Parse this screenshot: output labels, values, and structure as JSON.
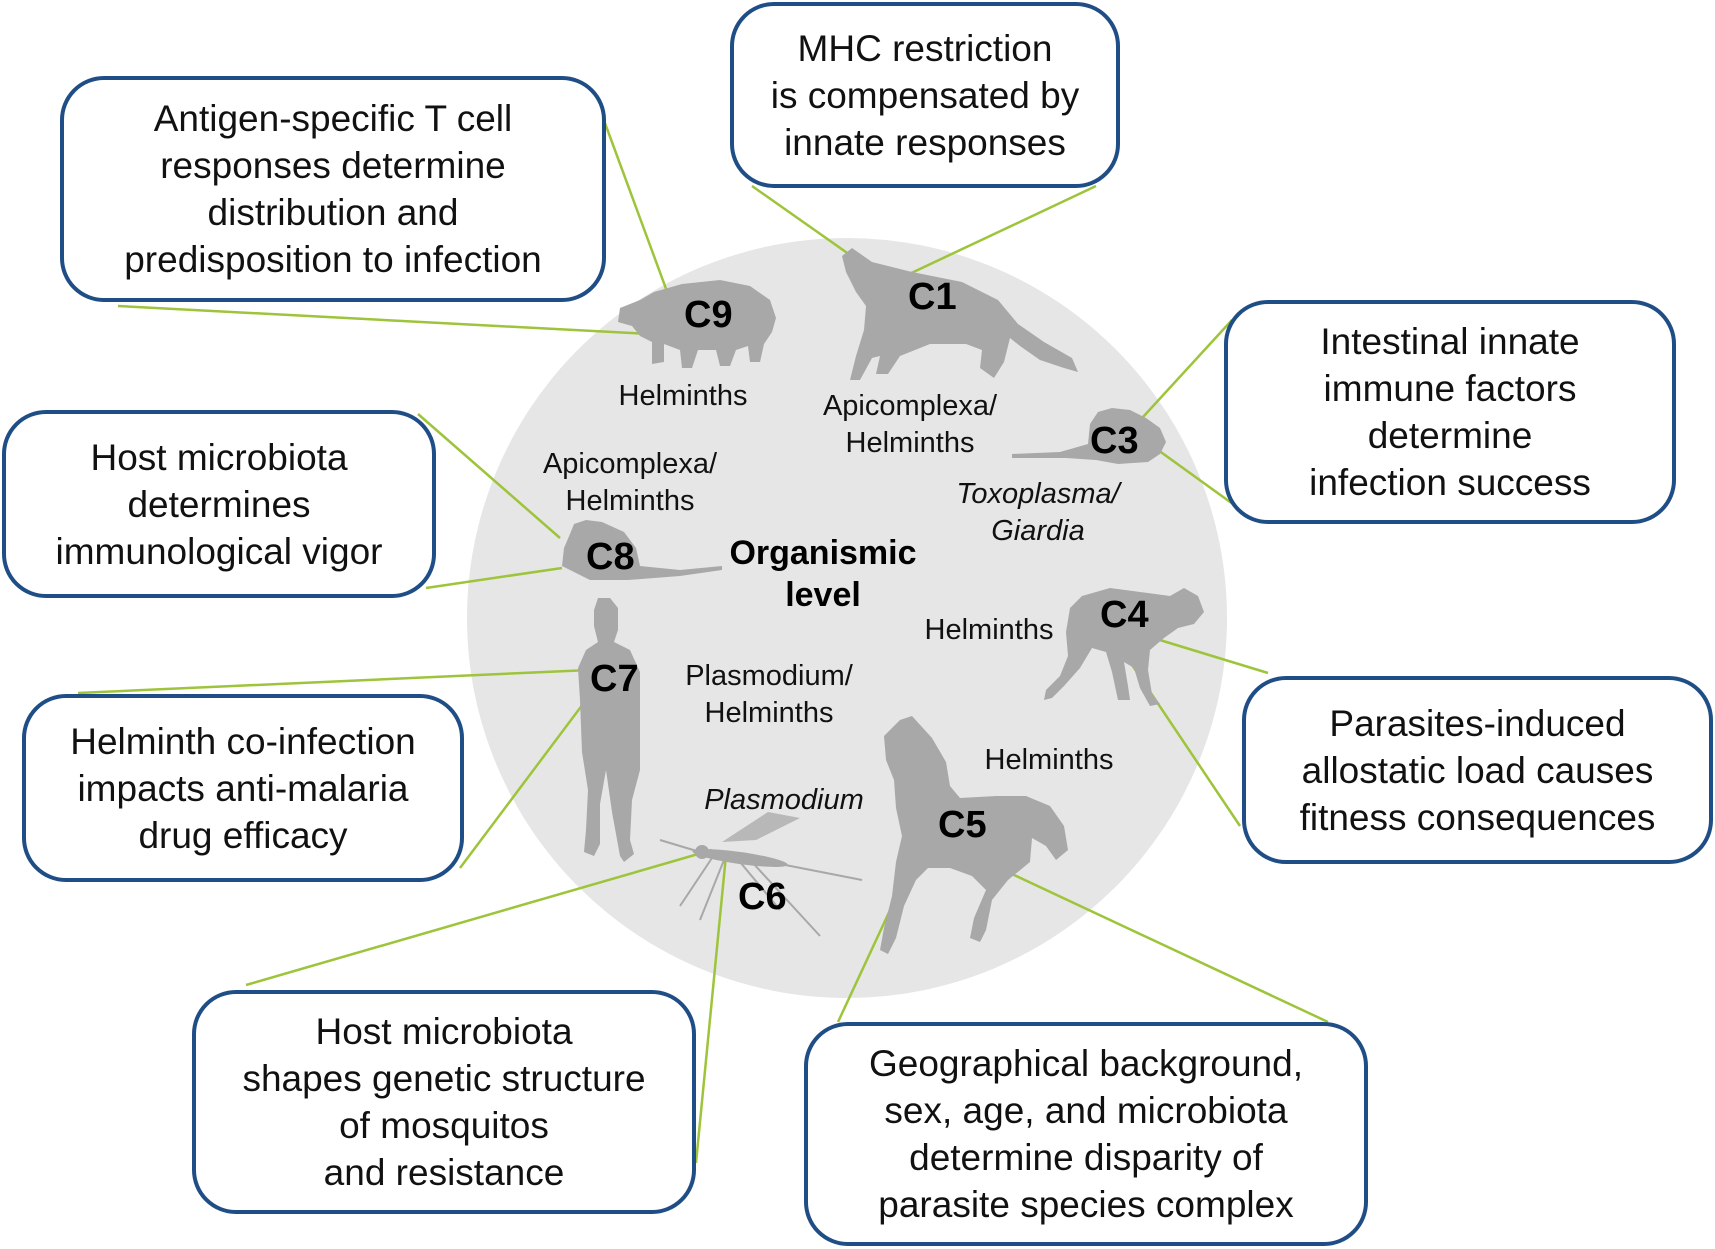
{
  "center": {
    "label": "Organismic\nlevel"
  },
  "hosts": [
    {
      "code": "C1",
      "icon": "cat-icon",
      "parasites": "Apicomplexa/\nHelminths"
    },
    {
      "code": "C3",
      "icon": "mouse-icon",
      "parasites": "Toxoplasma/\nGiardia"
    },
    {
      "code": "C4",
      "icon": "hyena-icon",
      "parasites": "Helminths"
    },
    {
      "code": "C5",
      "icon": "horse-icon",
      "parasites": "Helminths"
    },
    {
      "code": "C6",
      "icon": "mosquito-icon",
      "parasites": "Plasmodium"
    },
    {
      "code": "C7",
      "icon": "human-icon",
      "parasites": "Plasmodium/\nHelminths"
    },
    {
      "code": "C8",
      "icon": "mouse-icon",
      "parasites": "Apicomplexa/\nHelminths"
    },
    {
      "code": "C9",
      "icon": "pig-icon",
      "parasites": "Helminths"
    }
  ],
  "callouts": {
    "c1": "MHC restriction\nis compensated by\ninnate responses",
    "c3": "Intestinal innate\nimmune factors\ndetermine\ninfection success",
    "c4": "Parasites-induced\nallostatic load causes\nfitness consequences",
    "c5": "Geographical background,\nsex, age, and microbiota\ndetermine disparity of\nparasite species complex",
    "c6": "Host microbiota\nshapes genetic structure\nof mosquitos\nand resistance",
    "c7": "Helminth co-infection\nimpacts anti-malaria\ndrug efficacy",
    "c8": "Host microbiota\ndetermines\nimmunological vigor",
    "c9": "Antigen-specific T cell\nresponses determine\ndistribution and\npredisposition to infection"
  },
  "colors": {
    "box_border": "#1f4e86",
    "connector": "#9dc43a",
    "circle": "#e6e6e6",
    "silhouette": "#a8a8a8"
  }
}
